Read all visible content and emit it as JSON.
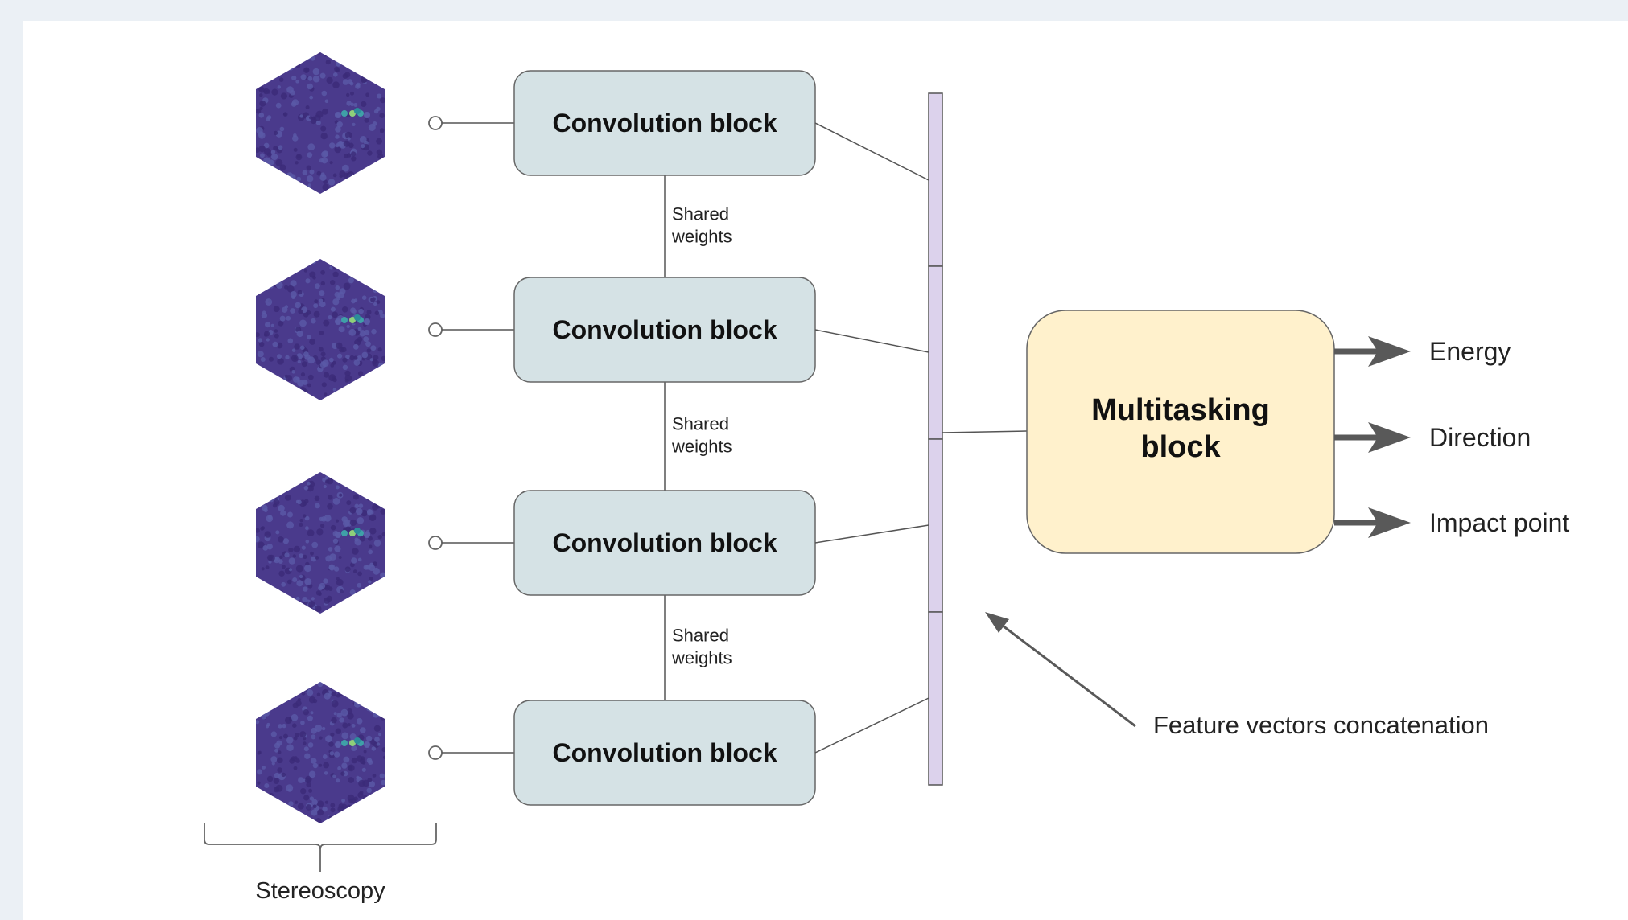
{
  "colors": {
    "conv_fill": "#d5e2e5",
    "conv_stroke": "#666666",
    "multi_fill": "#fff1cc",
    "multi_stroke": "#666666",
    "concat_fill": "#dcd2ec",
    "concat_stroke": "#555555",
    "line": "#555555",
    "arrow": "#595959",
    "hex_base": "#4a3a8c",
    "hex_dark": "#3b2a78",
    "hex_mid": "#5a5aa8",
    "hex_spark": "#8fd07a"
  },
  "inputs": [
    {
      "icon": "camera-image-hexagon"
    },
    {
      "icon": "camera-image-hexagon"
    },
    {
      "icon": "camera-image-hexagon"
    },
    {
      "icon": "camera-image-hexagon"
    }
  ],
  "conv_blocks": [
    {
      "label": "Convolution block"
    },
    {
      "label": "Convolution block"
    },
    {
      "label": "Convolution block"
    },
    {
      "label": "Convolution block"
    }
  ],
  "shared_weights": [
    {
      "line1": "Shared",
      "line2": "weights"
    },
    {
      "line1": "Shared",
      "line2": "weights"
    },
    {
      "line1": "Shared",
      "line2": "weights"
    }
  ],
  "multitask": {
    "line1": "Multitasking",
    "line2": "block"
  },
  "outputs": [
    "Energy",
    "Direction",
    "Impact point"
  ],
  "concat_label": "Feature vectors concatenation",
  "stereo_label": "Stereoscopy"
}
